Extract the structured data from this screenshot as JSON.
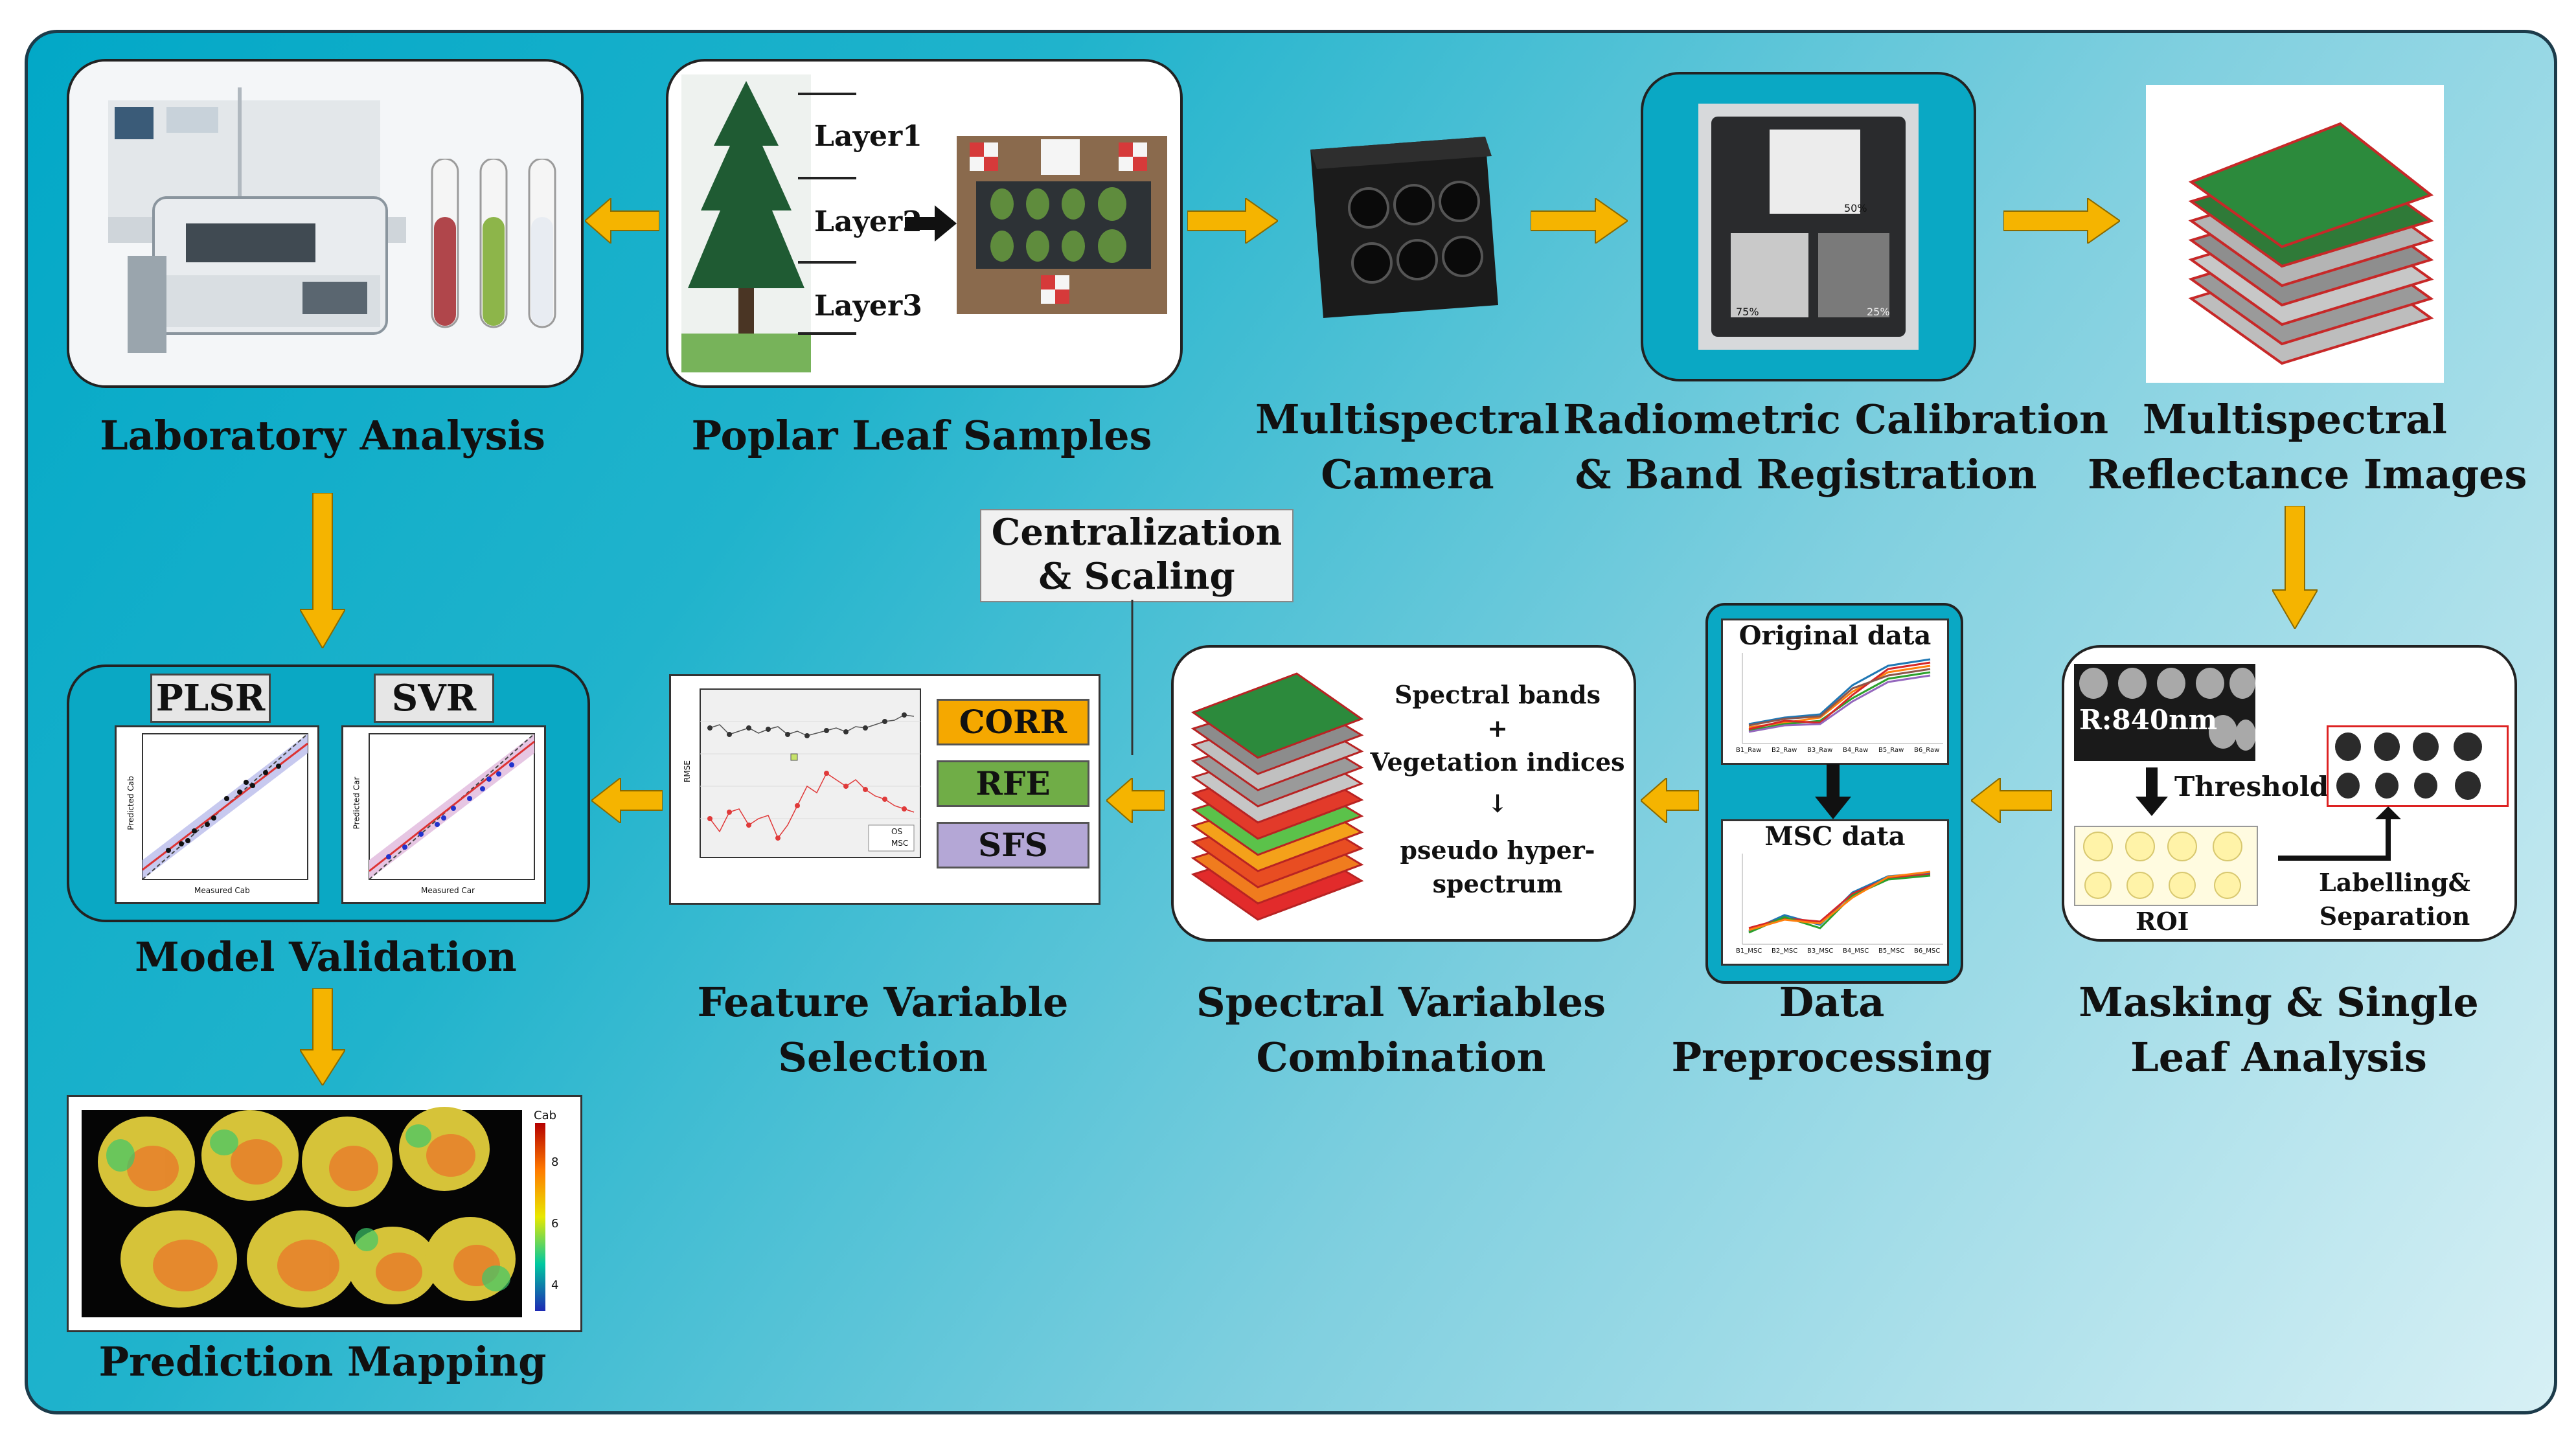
{
  "steps": {
    "lab": "Laboratory Analysis",
    "samples": "Poplar Leaf Samples",
    "camera_1": "Multispectral",
    "camera_2": "Camera",
    "radio_1": "Radiometric Calibration",
    "radio_2": "& Band Registration",
    "refl_1": "Multispectral",
    "refl_2": "Reflectance Images",
    "mask_1": "Masking & Single",
    "mask_2": "Leaf Analysis",
    "prep_1": "Data",
    "prep_2": "Preprocessing",
    "combo_1": "Spectral Variables",
    "combo_2": "Combination",
    "feat_1": "Feature Variable",
    "feat_2": "Selection",
    "validation": "Model Validation",
    "mapping": "Prediction Mapping"
  },
  "samples": {
    "layers": [
      "Layer1",
      "Layer2",
      "Layer3"
    ]
  },
  "calibration": {
    "panels": [
      "50%",
      "75%",
      "25%"
    ]
  },
  "masking": {
    "band": "R:840nm",
    "thresholding": "Thresholding",
    "roi": "ROI",
    "labelling_1": "Labelling&",
    "labelling_2": "Separation"
  },
  "preprocessing": {
    "original": "Original data",
    "msc": "MSC data",
    "original_ticks": [
      "B1_Raw",
      "B2_Raw",
      "B3_Raw",
      "B4_Raw",
      "B5_Raw",
      "B6_Raw"
    ],
    "msc_ticks": [
      "B1_MSC",
      "B2_MSC",
      "B3_MSC",
      "B4_MSC",
      "B5_MSC",
      "B6_MSC"
    ]
  },
  "combination": {
    "line1": "Spectral bands",
    "plus": "+",
    "line2": "Vegetation indices",
    "down": "↓",
    "line3": "pseudo hyper-",
    "line4": "spectrum"
  },
  "scaling": {
    "line1": "Centralization",
    "line2": "& Scaling"
  },
  "feature": {
    "methods": [
      "CORR",
      "RFE",
      "SFS"
    ],
    "ylabel": "RMSE",
    "legend": [
      "OS",
      "MSC"
    ]
  },
  "validation": {
    "models": [
      "PLSR",
      "SVR"
    ],
    "plsr_x": "Measured Cab",
    "plsr_y": "Predicted Cab",
    "svr_x": "Measured Car",
    "svr_y": "Predicted Car"
  },
  "mapping": {
    "colorbar_title": "Cab",
    "colorbar_ticks": [
      "8",
      "6",
      "4"
    ]
  },
  "colors": {
    "arrow": "#f5b400",
    "panel_from": "#02a8c7",
    "panel_to": "#d7f0f5",
    "corr": "#f5a800",
    "rfe": "#70ad47",
    "sfs": "#b4a7d6"
  }
}
